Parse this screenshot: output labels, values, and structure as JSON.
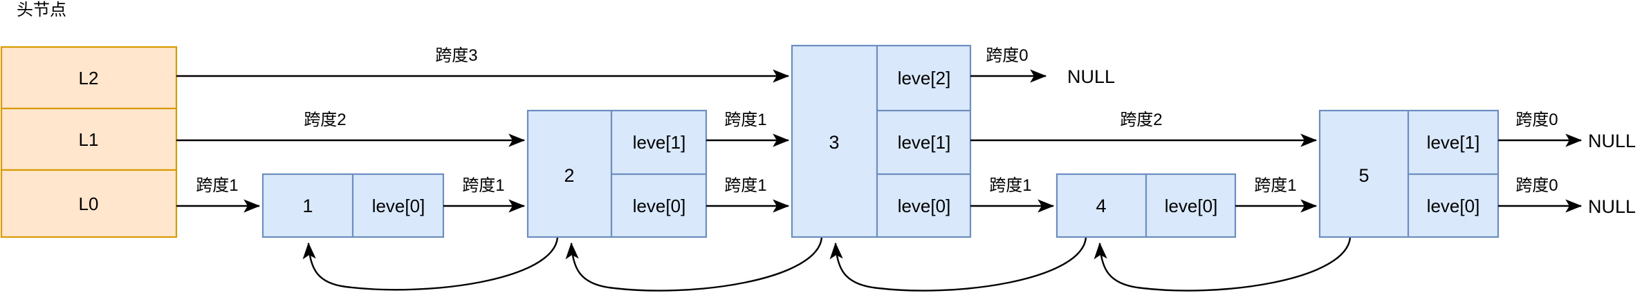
{
  "diagram": {
    "title": "头节点",
    "colors": {
      "head_fill": "#ffe6cc",
      "head_stroke": "#d79b00",
      "node_fill": "#dae8fc",
      "node_stroke": "#6c8ebf",
      "line": "#000000",
      "background": "#ffffff"
    }
  },
  "head_node": {
    "levels": [
      {
        "label": "L2"
      },
      {
        "label": "L1"
      },
      {
        "label": "L0"
      }
    ]
  },
  "nodes": [
    {
      "value": "1",
      "cells": [
        {
          "label": "leve[0]"
        }
      ]
    },
    {
      "value": "2",
      "cells": [
        {
          "label": "leve[1]"
        },
        {
          "label": "leve[0]"
        }
      ]
    },
    {
      "value": "3",
      "cells": [
        {
          "label": "leve[2]"
        },
        {
          "label": "leve[1]"
        },
        {
          "label": "leve[0]"
        }
      ]
    },
    {
      "value": "4",
      "cells": [
        {
          "label": "leve[0]"
        }
      ]
    },
    {
      "value": "5",
      "cells": [
        {
          "label": "leve[1]"
        },
        {
          "label": "leve[0]"
        }
      ]
    }
  ],
  "span_labels": {
    "head_l2": "跨度3",
    "head_l1": "跨度2",
    "head_l0": "跨度1",
    "n1_l0": "跨度1",
    "n2_l1": "跨度1",
    "n2_l0": "跨度1",
    "n3_l2": "跨度0",
    "n3_l1": "跨度2",
    "n3_l0": "跨度1",
    "n4_l0": "跨度1",
    "n5_l1": "跨度0",
    "n5_l0": "跨度0"
  },
  "terminals": {
    "null_l2": "NULL",
    "null_l1": "NULL",
    "null_l0": "NULL"
  }
}
